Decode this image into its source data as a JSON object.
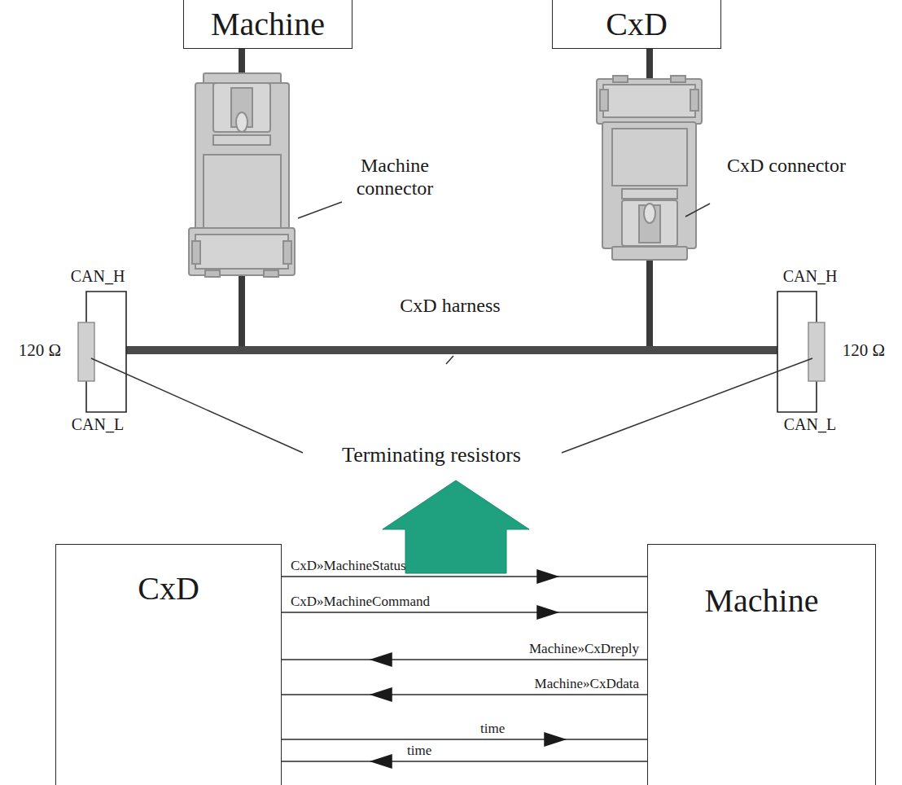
{
  "diagram": {
    "nodes": [
      {
        "text": [
          "Machine"
        ]
      },
      {
        "text": [
          "CxD"
        ]
      },
      {
        "text": [
          "CxD"
        ]
      },
      {
        "text": [
          "Machine"
        ]
      }
    ],
    "edges": [
      {
        "from": 2,
        "to": 3,
        "label": "CxD»MachineStatus",
        "arrow": "to"
      },
      {
        "from": 2,
        "to": 3,
        "label": "CxD»MachineCommand",
        "arrow": "to"
      },
      {
        "from": 3,
        "to": 2,
        "label": "Machine»CxDreply",
        "arrow": "to"
      },
      {
        "from": 3,
        "to": 2,
        "label": "Machine»CxDdata",
        "arrow": "to"
      },
      {
        "from": 2,
        "to": 3,
        "label": "time",
        "arrow": "to"
      },
      {
        "from": 3,
        "to": 2,
        "label": "time",
        "arrow": "to"
      }
    ],
    "labels": [
      "Machine connector",
      "CxD connector",
      "CxD harness",
      "CAN_H",
      "CAN_L",
      "120 Ω",
      "Terminating resistors",
      "CAN_H",
      "CAN_L",
      "120 Ω"
    ]
  }
}
